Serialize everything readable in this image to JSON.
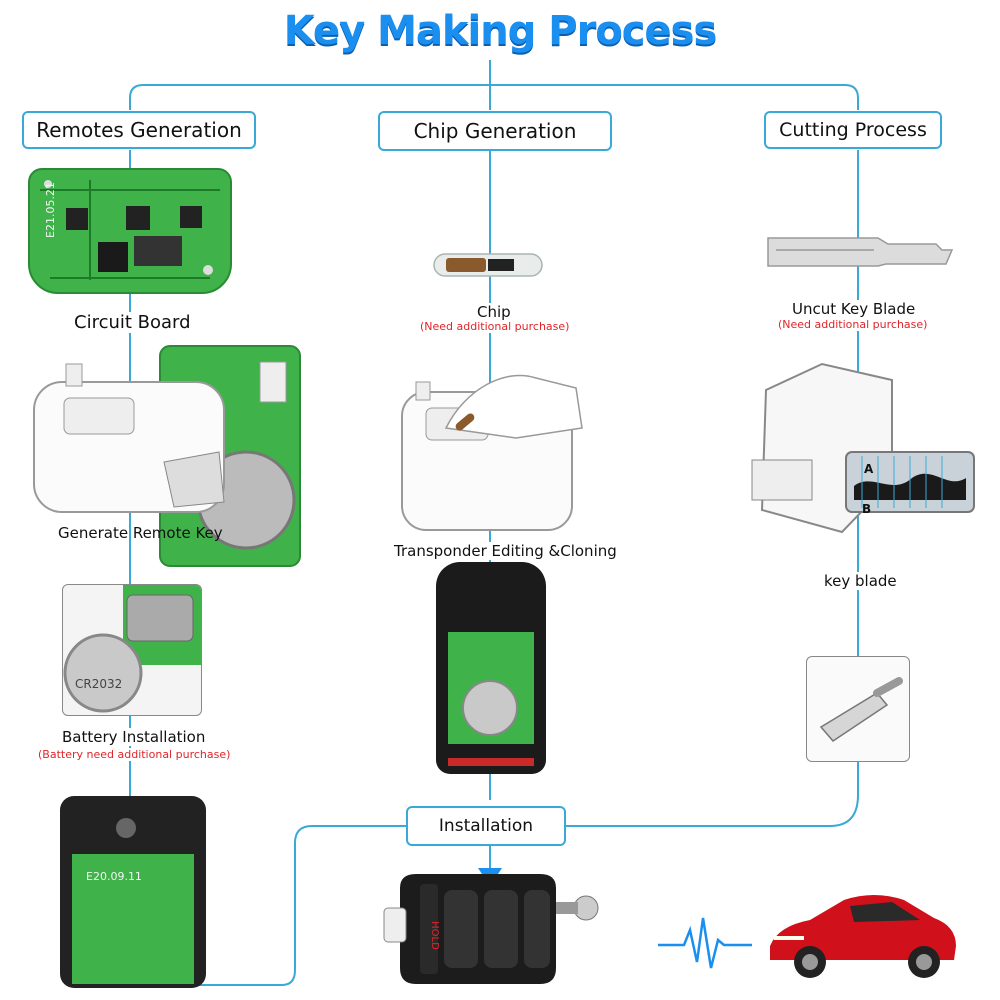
{
  "title": "Key Making Process",
  "sections": {
    "remotes": "Remotes Generation",
    "chip": "Chip Generation",
    "cutting": "Cutting Process",
    "installation": "Installation"
  },
  "labels": {
    "circuit_board": "Circuit Board",
    "generate_remote_key": "Generate Remote Key",
    "battery_installation": "Battery Installation",
    "battery_note": "(Battery need additional purchase)",
    "chip": "Chip",
    "chip_note": "(Need additional purchase)",
    "transponder": "Transponder Editing &Cloning",
    "uncut_blade": "Uncut Key  Blade",
    "uncut_note": "(Need additional purchase)",
    "key_blade": "key blade",
    "pcb_date_1": "E21.05.21",
    "pcb_date_2": "E20.09.11",
    "battery_text": "CR2032",
    "hold_text": "HOLD",
    "profile_a": "A",
    "profile_b": "B"
  },
  "colors": {
    "title": "#1a8ff0",
    "connector": "#3aa9d8",
    "note": "#e0262a",
    "pcb": "#3fb34a",
    "car": "#d0101a"
  }
}
